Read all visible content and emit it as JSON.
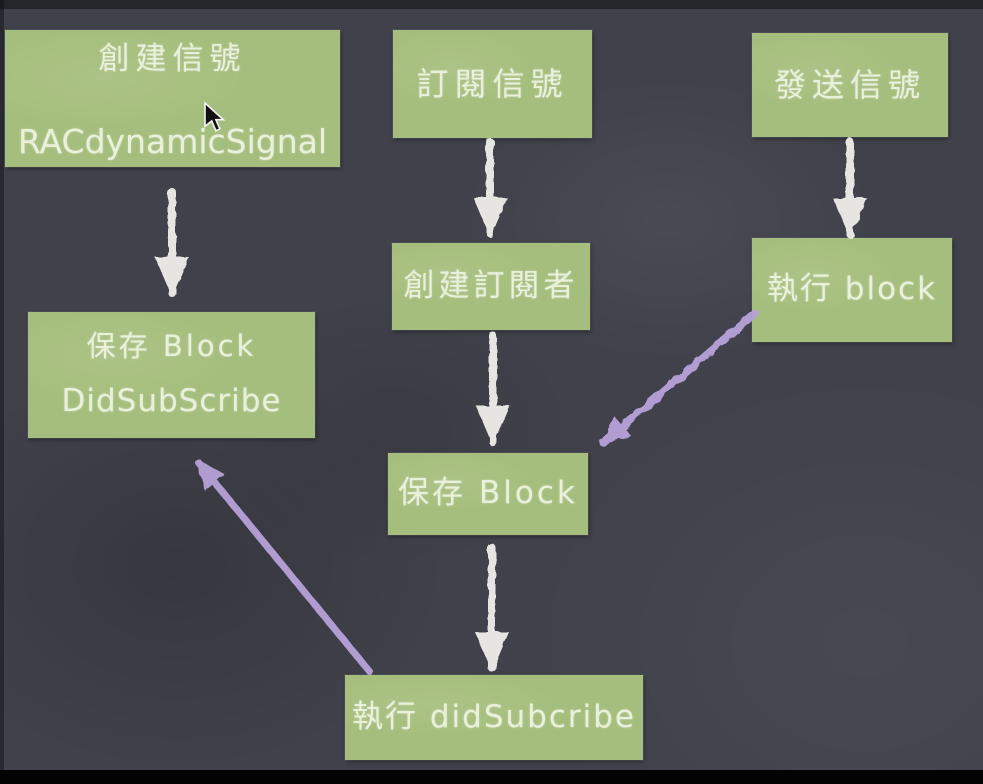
{
  "diagram": {
    "title": "RACDynamicSignal subscription flow (chalkboard diagram)",
    "boxes": [
      {
        "id": "create-signal",
        "lines": [
          "創建信號",
          "RACdynamicSignal"
        ]
      },
      {
        "id": "subscribe-signal",
        "lines": [
          "訂閱信號"
        ]
      },
      {
        "id": "send-signal",
        "lines": [
          "發送信號"
        ]
      },
      {
        "id": "save-block-didsubscribe",
        "lines": [
          "保存 Block",
          "DidSubScribe"
        ]
      },
      {
        "id": "create-subscriber",
        "lines": [
          "創建訂閱者"
        ]
      },
      {
        "id": "execute-block",
        "lines": [
          "執行 block"
        ]
      },
      {
        "id": "save-block",
        "lines": [
          "保存 Block"
        ]
      },
      {
        "id": "execute-didsubcribe",
        "lines": [
          "執行 didSubcribe"
        ]
      }
    ],
    "edges": [
      {
        "from": "create-signal",
        "to": "save-block-didsubscribe",
        "color": "white"
      },
      {
        "from": "subscribe-signal",
        "to": "create-subscriber",
        "color": "white"
      },
      {
        "from": "send-signal",
        "to": "execute-block",
        "color": "white"
      },
      {
        "from": "create-subscriber",
        "to": "save-block",
        "color": "white"
      },
      {
        "from": "save-block",
        "to": "execute-didsubcribe",
        "color": "white"
      },
      {
        "from": "execute-block",
        "to": "save-block",
        "color": "purple"
      },
      {
        "from": "execute-didsubcribe",
        "to": "save-block-didsubscribe",
        "color": "purple"
      }
    ],
    "colors": {
      "background": "#41414b",
      "box_fill": "#a6be7d",
      "box_text": "#e9f1dd",
      "chalk_arrow": "#f0efe9",
      "purple_arrow": "#b7a2d8",
      "bottom_bar": "#030303"
    }
  }
}
